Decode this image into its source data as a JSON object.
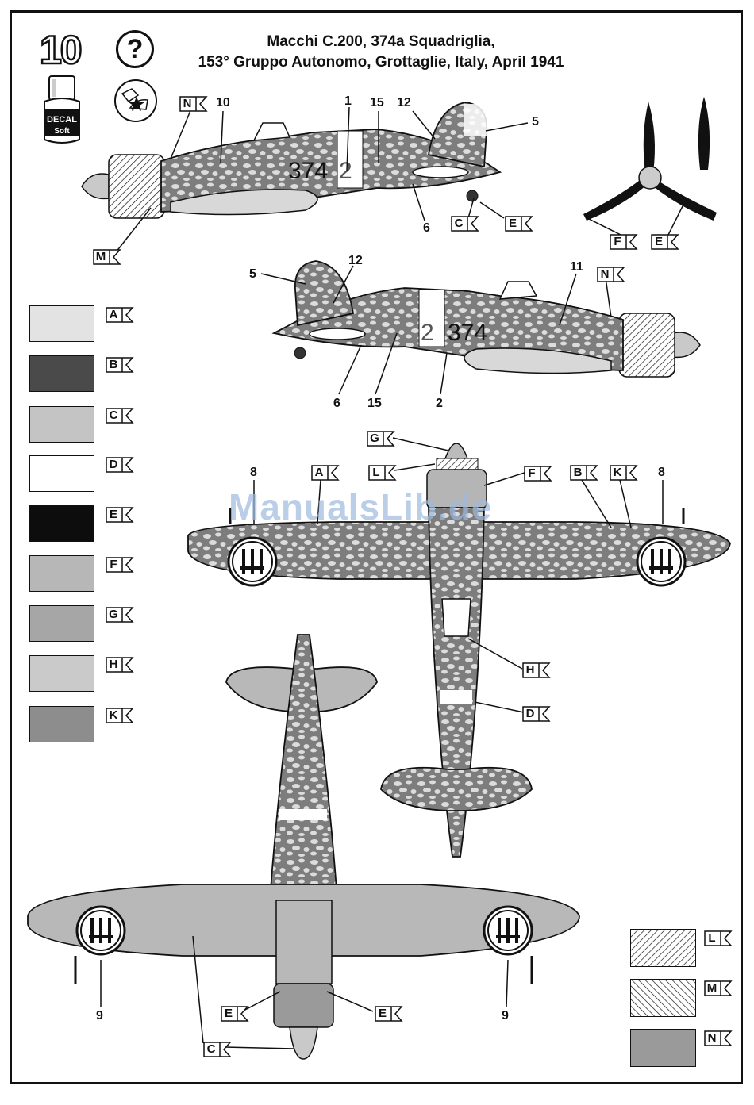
{
  "header": {
    "step_number": "10",
    "title_line1": "Macchi C.200, 374a Squadriglia,",
    "title_line2": "153° Gruppo Autonomo, Grottaglie, Italy, April 1941",
    "help_symbol": "?",
    "decal_bottle": {
      "line1": "DECAL",
      "line2": "Soft"
    }
  },
  "legend": [
    {
      "key": "A",
      "color": "#e3e3e3"
    },
    {
      "key": "B",
      "color": "#4a4a4a"
    },
    {
      "key": "C",
      "color": "#c4c4c4"
    },
    {
      "key": "D",
      "color": "#ffffff"
    },
    {
      "key": "E",
      "color": "#0d0d0d"
    },
    {
      "key": "F",
      "color": "#b7b7b7"
    },
    {
      "key": "G",
      "color": "#a6a6a6"
    },
    {
      "key": "H",
      "color": "#cacaca"
    },
    {
      "key": "K",
      "color": "#8d8d8d"
    }
  ],
  "texture_legend": [
    {
      "key": "L",
      "pattern": "diagonal-hatch-right"
    },
    {
      "key": "M",
      "pattern": "diagonal-hatch-left"
    },
    {
      "key": "N",
      "color": "#9a9a9a"
    }
  ],
  "side_view": {
    "codes": {
      "main": "374",
      "number": "2"
    },
    "callouts": [
      "N",
      "10",
      "1",
      "15",
      "12",
      "5",
      "6",
      "C",
      "E",
      "M"
    ]
  },
  "side_view_right": {
    "callouts": [
      "5",
      "12",
      "11",
      "N",
      "6",
      "15",
      "2"
    ]
  },
  "propeller": {
    "callouts": [
      "F",
      "E"
    ]
  },
  "top_view": {
    "callouts": [
      "G",
      "L",
      "F",
      "A",
      "B",
      "K",
      "8",
      "8",
      "H",
      "D"
    ]
  },
  "bottom_view": {
    "callouts": [
      "9",
      "9",
      "E",
      "E",
      "C"
    ]
  },
  "watermark": "ManualsLib.de"
}
